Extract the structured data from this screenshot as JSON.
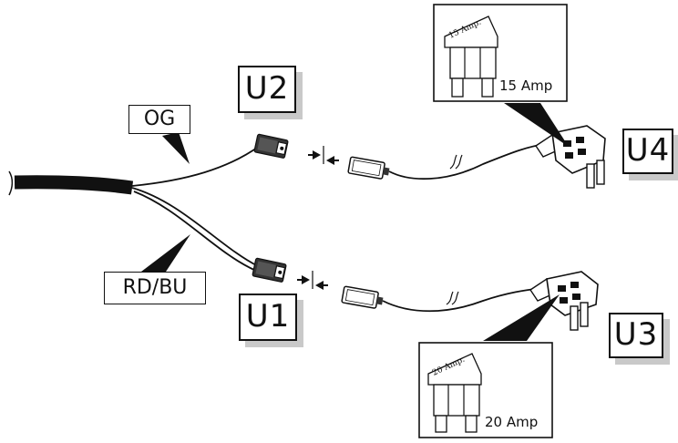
{
  "labels": {
    "u1": "U1",
    "u2": "U2",
    "u3": "U3",
    "u4": "U4",
    "og": "OG",
    "rdbu": "RD/BU"
  },
  "fuses": {
    "top": {
      "cap": "15 Amp.",
      "rating": "15 Amp"
    },
    "bottom": {
      "cap": "20 Amp.",
      "rating": "20 Amp"
    }
  }
}
